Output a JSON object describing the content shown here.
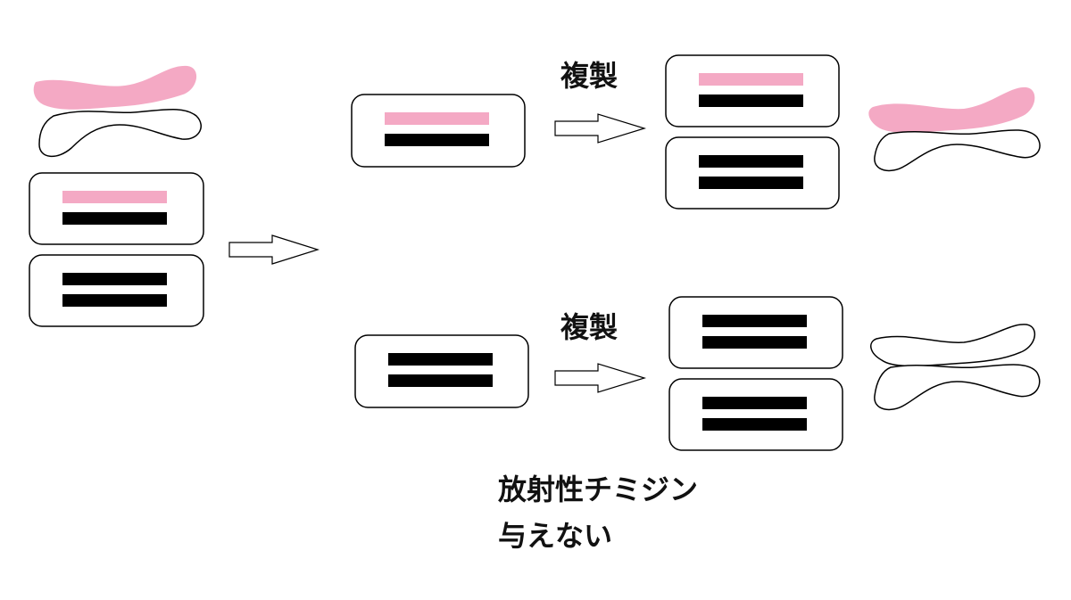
{
  "labels": {
    "replication_top": "複製",
    "replication_bottom": "複製",
    "note_line1": "放射性チミジン",
    "note_line2": "与えない"
  },
  "colors": {
    "labeled_strand": "#f4a9c4",
    "unlabeled_strand": "#000000",
    "labeled_chromatid": "#f4a9c4",
    "outline": "#000000",
    "box_fill": "#ffffff"
  },
  "diagram": {
    "initial_chromosome": {
      "chromatid_1": "labeled",
      "chromatid_2": "unlabeled"
    },
    "initial_dna": [
      {
        "strands": [
          "labeled",
          "unlabeled"
        ]
      },
      {
        "strands": [
          "unlabeled",
          "unlabeled"
        ]
      }
    ],
    "separated_top": {
      "strands": [
        "labeled",
        "unlabeled"
      ]
    },
    "separated_bottom": {
      "strands": [
        "unlabeled",
        "unlabeled"
      ]
    },
    "replicated_top": [
      {
        "strands": [
          "labeled",
          "unlabeled"
        ]
      },
      {
        "strands": [
          "unlabeled",
          "unlabeled"
        ]
      }
    ],
    "replicated_bottom": [
      {
        "strands": [
          "unlabeled",
          "unlabeled"
        ]
      },
      {
        "strands": [
          "unlabeled",
          "unlabeled"
        ]
      }
    ],
    "result_chromosome_top": {
      "chromatid_1": "labeled",
      "chromatid_2": "unlabeled"
    },
    "result_chromosome_bottom": {
      "chromatid_1": "unlabeled",
      "chromatid_2": "unlabeled"
    }
  }
}
